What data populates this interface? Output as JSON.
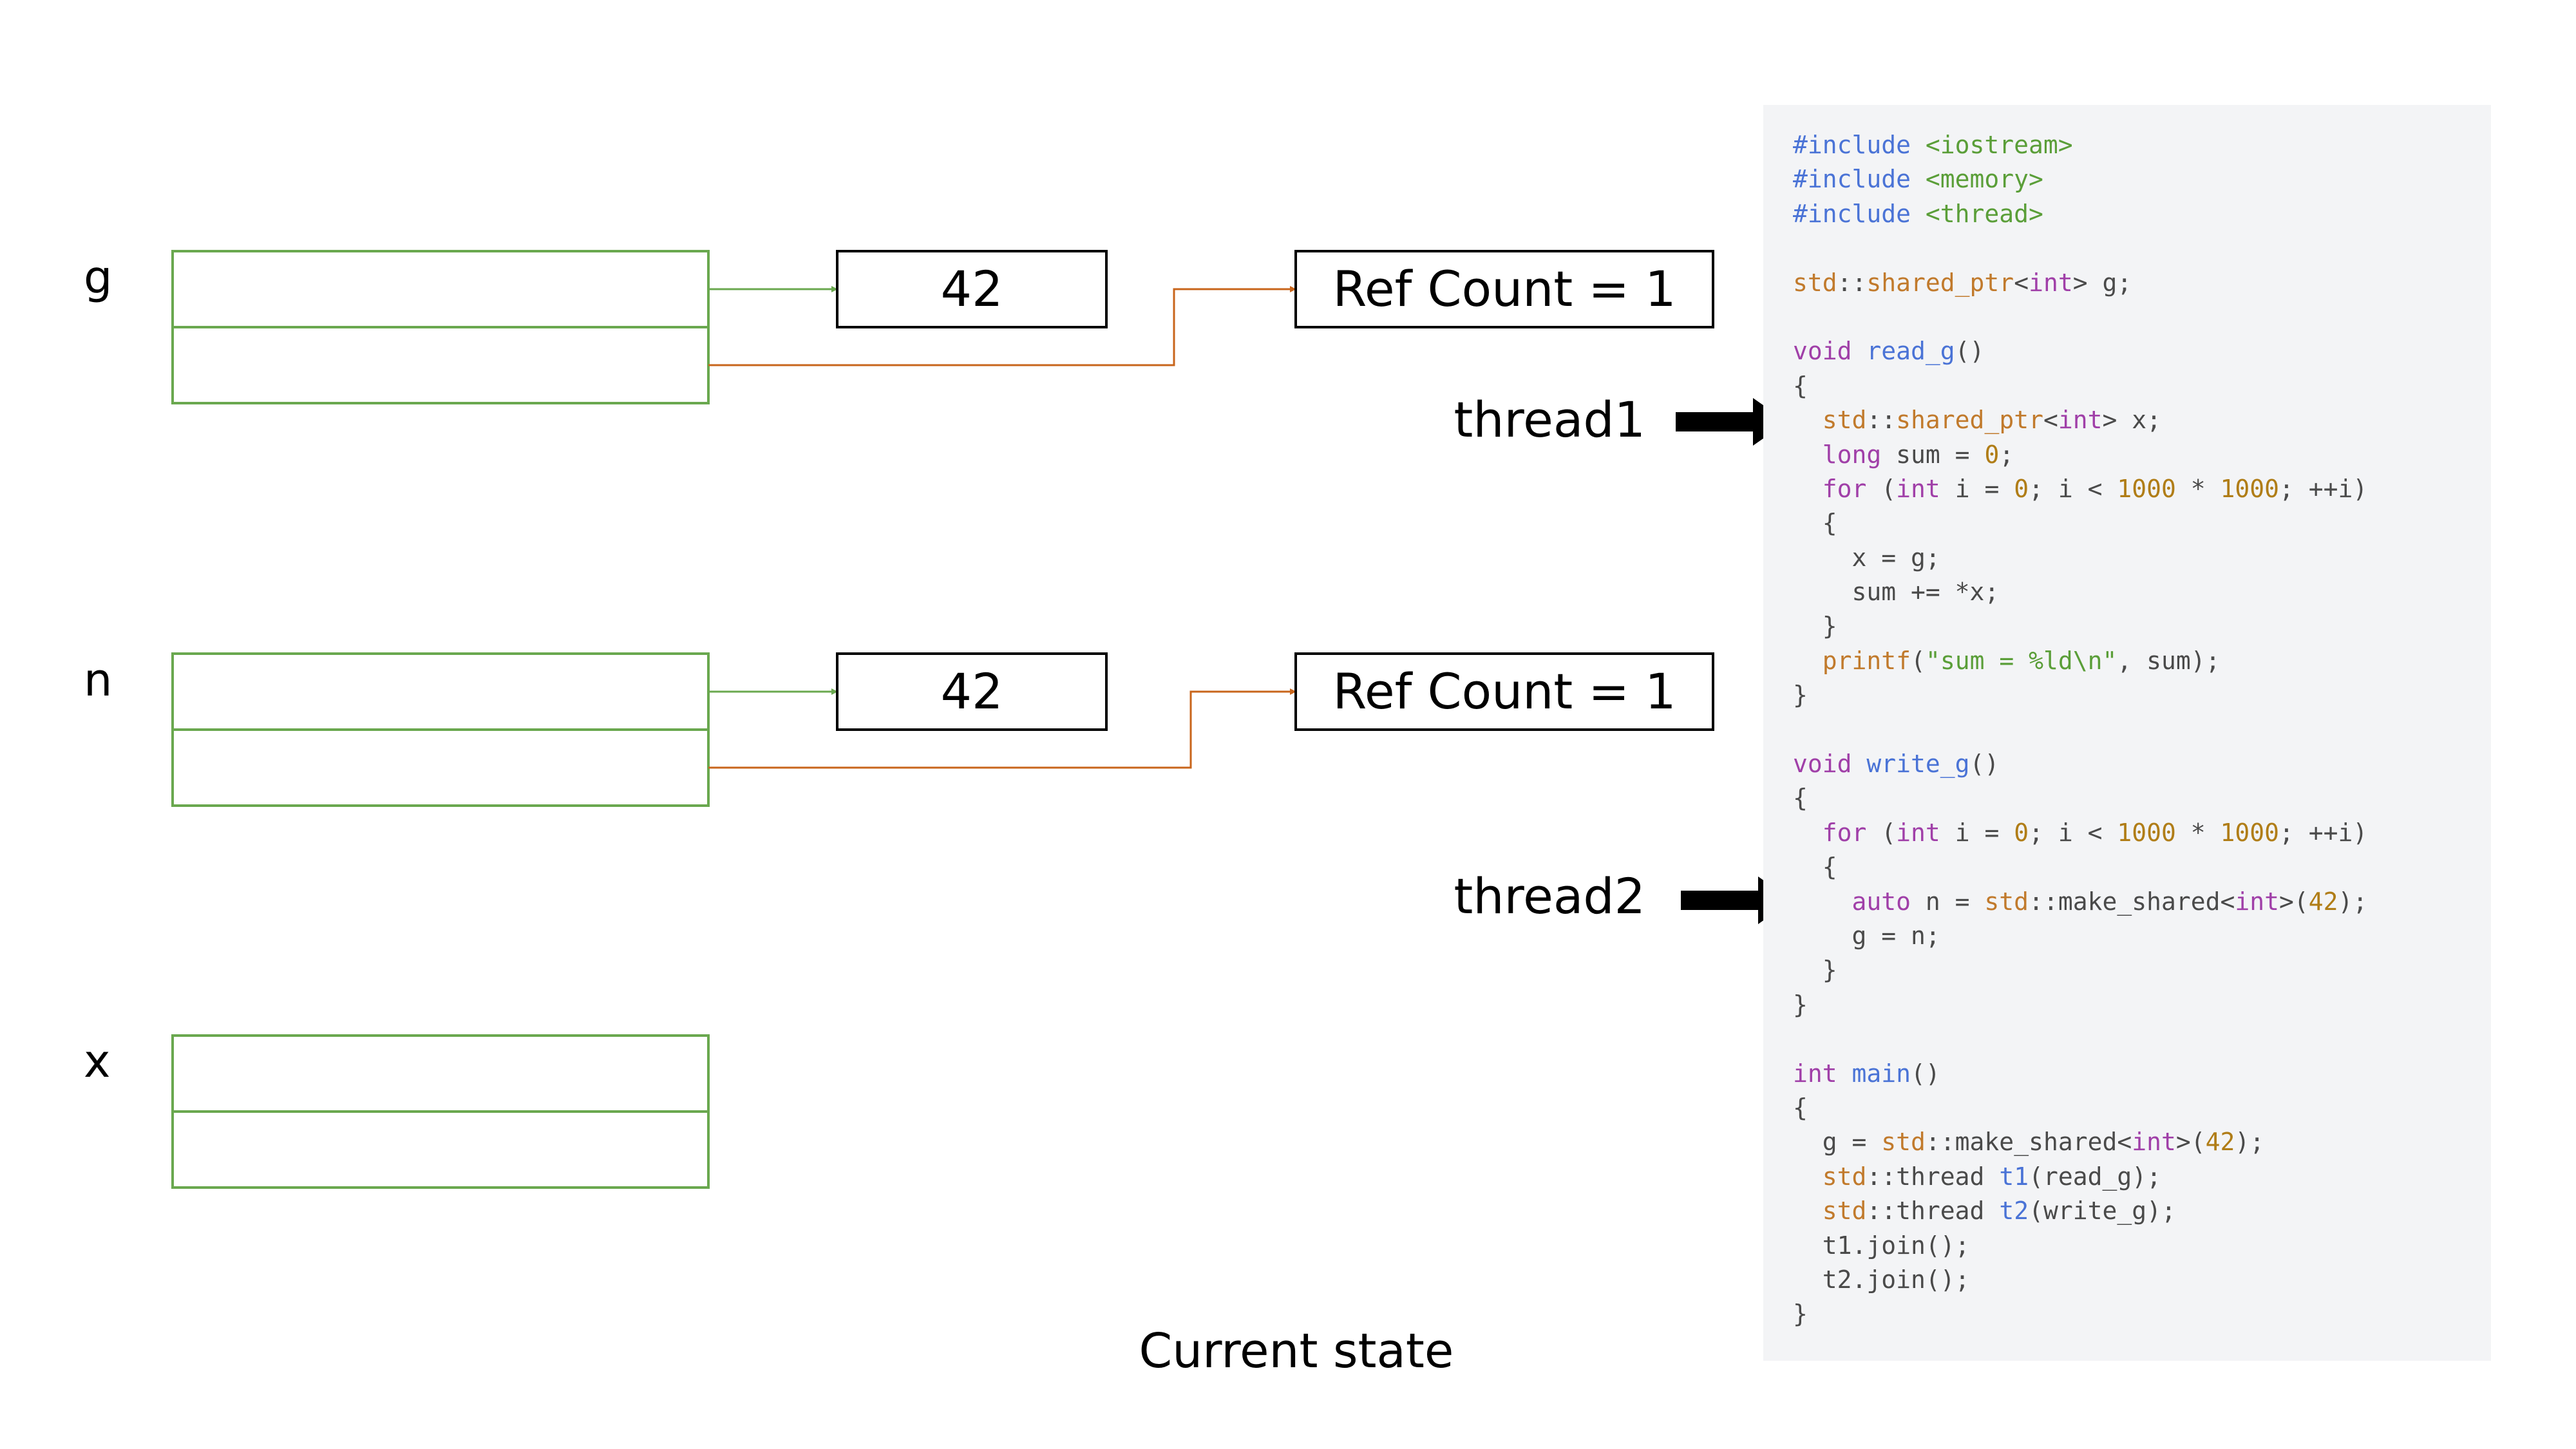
{
  "variables": [
    {
      "label": "g",
      "value": "42",
      "ref_count": "Ref Count = 1"
    },
    {
      "label": "n",
      "value": "42",
      "ref_count": "Ref Count = 1"
    },
    {
      "label": "x"
    }
  ],
  "threads": [
    {
      "label": "thread1"
    },
    {
      "label": "thread2"
    }
  ],
  "caption": "Current state",
  "colors": {
    "slot_border": "#6aa84f",
    "ptr_arrow": "#6aa84f",
    "ctrl_arrow": "#c8651b",
    "box_border": "#000000",
    "code_bg": "#f3f4f6"
  },
  "code_lines": [
    [
      [
        "pp",
        "#include "
      ],
      [
        "str",
        "<iostream>"
      ]
    ],
    [
      [
        "pp",
        "#include "
      ],
      [
        "str",
        "<memory>"
      ]
    ],
    [
      [
        "pp",
        "#include "
      ],
      [
        "str",
        "<thread>"
      ]
    ],
    [],
    [
      [
        "type",
        "std"
      ],
      [
        "plain",
        "::"
      ],
      [
        "type",
        "shared_ptr"
      ],
      [
        "plain",
        "<"
      ],
      [
        "kw",
        "int"
      ],
      [
        "plain",
        "> g;"
      ]
    ],
    [],
    [
      [
        "kw",
        "void "
      ],
      [
        "fn",
        "read_g"
      ],
      [
        "plain",
        "()"
      ]
    ],
    [
      [
        "plain",
        "{"
      ]
    ],
    [
      [
        "plain",
        "  "
      ],
      [
        "type",
        "std"
      ],
      [
        "plain",
        "::"
      ],
      [
        "type",
        "shared_ptr"
      ],
      [
        "plain",
        "<"
      ],
      [
        "kw",
        "int"
      ],
      [
        "plain",
        "> x;"
      ]
    ],
    [
      [
        "plain",
        "  "
      ],
      [
        "kw",
        "long "
      ],
      [
        "plain",
        "sum = "
      ],
      [
        "num",
        "0"
      ],
      [
        "plain",
        ";"
      ]
    ],
    [
      [
        "plain",
        "  "
      ],
      [
        "kw",
        "for "
      ],
      [
        "plain",
        "("
      ],
      [
        "kw",
        "int "
      ],
      [
        "plain",
        "i = "
      ],
      [
        "num",
        "0"
      ],
      [
        "plain",
        "; i < "
      ],
      [
        "num",
        "1000"
      ],
      [
        "plain",
        " * "
      ],
      [
        "num",
        "1000"
      ],
      [
        "plain",
        "; ++i)"
      ]
    ],
    [
      [
        "plain",
        "  {"
      ]
    ],
    [
      [
        "plain",
        "    x = g;"
      ]
    ],
    [
      [
        "plain",
        "    sum += *x;"
      ]
    ],
    [
      [
        "plain",
        "  }"
      ]
    ],
    [
      [
        "plain",
        "  "
      ],
      [
        "type",
        "printf"
      ],
      [
        "plain",
        "("
      ],
      [
        "str",
        "\"sum = %ld\\n\""
      ],
      [
        "plain",
        ", sum);"
      ]
    ],
    [
      [
        "plain",
        "}"
      ]
    ],
    [],
    [
      [
        "kw",
        "void "
      ],
      [
        "fn",
        "write_g"
      ],
      [
        "plain",
        "()"
      ]
    ],
    [
      [
        "plain",
        "{"
      ]
    ],
    [
      [
        "plain",
        "  "
      ],
      [
        "kw",
        "for "
      ],
      [
        "plain",
        "("
      ],
      [
        "kw",
        "int "
      ],
      [
        "plain",
        "i = "
      ],
      [
        "num",
        "0"
      ],
      [
        "plain",
        "; i < "
      ],
      [
        "num",
        "1000"
      ],
      [
        "plain",
        " * "
      ],
      [
        "num",
        "1000"
      ],
      [
        "plain",
        "; ++i)"
      ]
    ],
    [
      [
        "plain",
        "  {"
      ]
    ],
    [
      [
        "plain",
        "    "
      ],
      [
        "kw",
        "auto "
      ],
      [
        "plain",
        "n = "
      ],
      [
        "type",
        "std"
      ],
      [
        "plain",
        "::make_shared<"
      ],
      [
        "kw",
        "int"
      ],
      [
        "plain",
        ">("
      ],
      [
        "num",
        "42"
      ],
      [
        "plain",
        ");"
      ]
    ],
    [
      [
        "plain",
        "    g = n;"
      ]
    ],
    [
      [
        "plain",
        "  }"
      ]
    ],
    [
      [
        "plain",
        "}"
      ]
    ],
    [],
    [
      [
        "kw",
        "int "
      ],
      [
        "fn",
        "main"
      ],
      [
        "plain",
        "()"
      ]
    ],
    [
      [
        "plain",
        "{"
      ]
    ],
    [
      [
        "plain",
        "  g = "
      ],
      [
        "type",
        "std"
      ],
      [
        "plain",
        "::make_shared<"
      ],
      [
        "kw",
        "int"
      ],
      [
        "plain",
        ">("
      ],
      [
        "num",
        "42"
      ],
      [
        "plain",
        ");"
      ]
    ],
    [
      [
        "plain",
        "  "
      ],
      [
        "type",
        "std"
      ],
      [
        "plain",
        "::thread "
      ],
      [
        "fn",
        "t1"
      ],
      [
        "plain",
        "(read_g);"
      ]
    ],
    [
      [
        "plain",
        "  "
      ],
      [
        "type",
        "std"
      ],
      [
        "plain",
        "::thread "
      ],
      [
        "fn",
        "t2"
      ],
      [
        "plain",
        "(write_g);"
      ]
    ],
    [
      [
        "plain",
        "  t1.join();"
      ]
    ],
    [
      [
        "plain",
        "  t2.join();"
      ]
    ],
    [
      [
        "plain",
        "}"
      ]
    ]
  ]
}
